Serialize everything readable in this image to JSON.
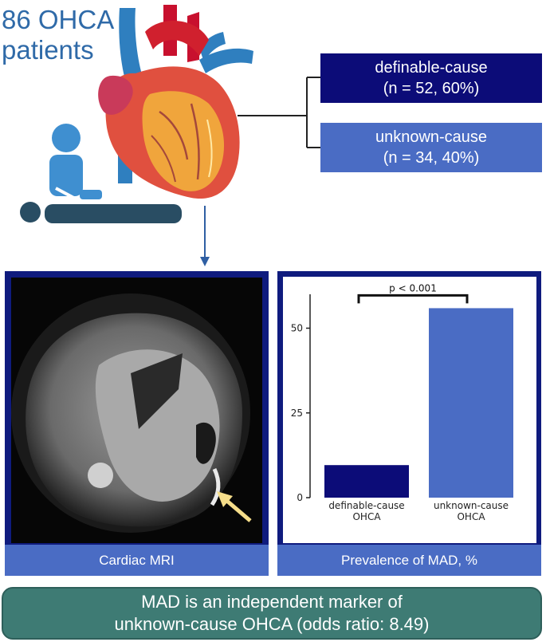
{
  "header": {
    "title_line1": "86 OHCA",
    "title_line2": "patients"
  },
  "groups": {
    "definable": {
      "label": "definable-cause",
      "stats": "(n = 52, 60%)",
      "color": "#0c0c78"
    },
    "unknown": {
      "label": "unknown-cause",
      "stats": "(n = 34, 40%)",
      "color": "#4a6cc4"
    }
  },
  "panels": {
    "mri_caption": "Cardiac MRI",
    "chart_caption": "Prevalence of MAD, %"
  },
  "conclusion": {
    "line1": "MAD is an independent marker of",
    "line2": "unknown-cause OHCA (odds ratio: 8.49)"
  },
  "chart_data": {
    "type": "bar",
    "categories": [
      {
        "line1": "definable-cause",
        "line2": "OHCA"
      },
      {
        "line1": "unknown-cause",
        "line2": "OHCA"
      }
    ],
    "values": [
      9.6,
      55.9
    ],
    "colors": [
      "#0c0c78",
      "#4a6cc4"
    ],
    "ylim": [
      0,
      60
    ],
    "yticks": [
      0,
      25,
      50
    ],
    "annotation": "p < 0.001",
    "grid": false
  },
  "icon_colors": {
    "person": "#3f8fd0",
    "patient": "#294d63",
    "arrow": "#2f5fa3",
    "mri_arrow": "#f5dd8a"
  }
}
